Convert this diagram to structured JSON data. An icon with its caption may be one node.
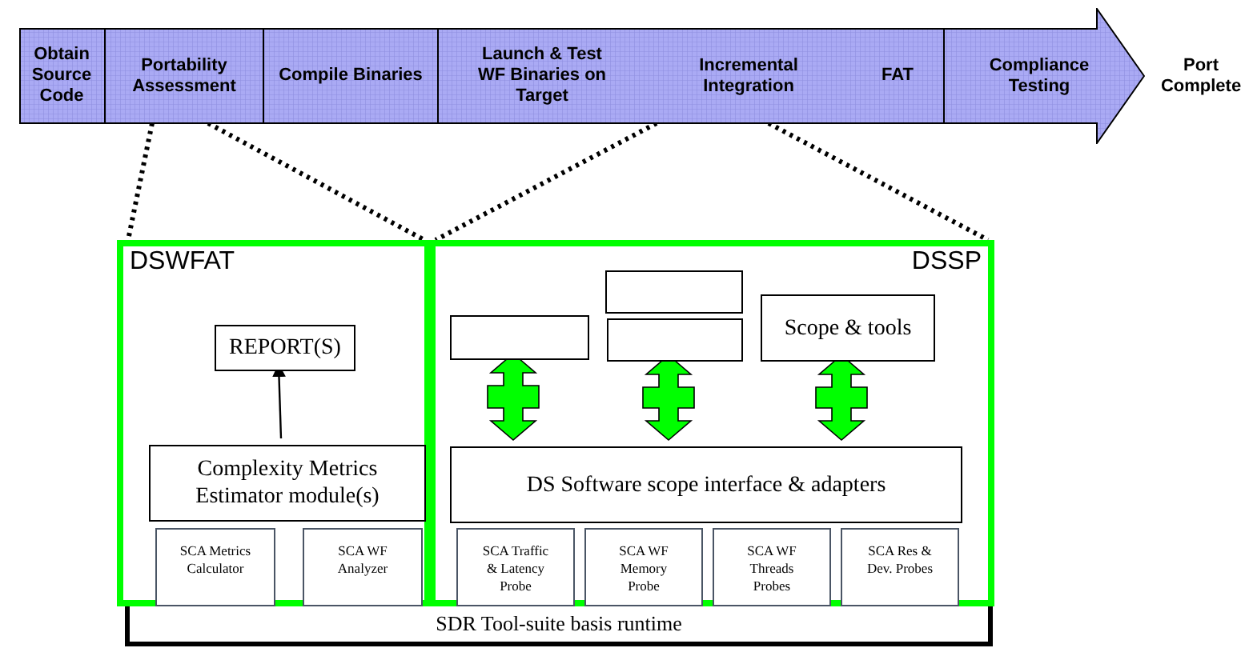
{
  "diagram": {
    "nodes": [
      {
        "text": [],
        "shape": "arrow"
      },
      {
        "text": [
          "Obtain Source Code"
        ],
        "in": 0
      },
      {
        "text": [
          "Portability Assessment"
        ],
        "in": 0
      },
      {
        "text": [
          "Compile Binaries"
        ],
        "in": 0
      },
      {
        "text": [
          "Launch & Test WF Binaries on Target",
          "Incremental Integration",
          "FAT"
        ],
        "in": 0
      },
      {
        "text": [
          "Compliance Testing"
        ],
        "in": 0
      },
      {
        "text": [
          "DSWFAT"
        ]
      },
      {
        "text": [
          "REPORT(S)"
        ],
        "in": 6
      },
      {
        "text": [
          "Complexity Metrics Estimator module(s)"
        ],
        "in": 6
      },
      {
        "text": [
          "SCA Metrics Calculator"
        ],
        "in": 6
      },
      {
        "text": [
          "SCA WF Analyzer"
        ],
        "in": 6
      },
      {
        "text": [
          "DSSP"
        ]
      },
      {
        "text": [],
        "shape": "box",
        "in": 11
      },
      {
        "text": [],
        "shape": "box",
        "in": 11
      },
      {
        "text": [],
        "shape": "box",
        "in": 11
      },
      {
        "text": [
          "Scope & tools"
        ],
        "in": 11
      },
      {
        "text": [
          "DS Software scope interface & adapters"
        ],
        "in": 11
      },
      {
        "text": [
          "SCA Traffic & Latency Probe"
        ],
        "in": 11
      },
      {
        "text": [
          "SCA WF Memory Probe"
        ],
        "in": 11
      },
      {
        "text": [
          "SCA WF Threads Probes"
        ],
        "in": 11
      },
      {
        "text": [
          "SCA Res & Dev. Probes"
        ],
        "in": 11
      },
      {
        "text": [
          "SDR Tool-suite basis runtime"
        ]
      }
    ],
    "edges": [
      {
        "from": 8,
        "to": 7,
        "arrow": "to"
      },
      {
        "from": 2,
        "to": 6,
        "arrow": "none",
        "style": "dashed"
      },
      {
        "from": 2,
        "to": 6,
        "arrow": "none",
        "style": "dashed"
      },
      {
        "from": 4,
        "to": 11,
        "arrow": "none",
        "style": "dashed"
      },
      {
        "from": 4,
        "to": 11,
        "arrow": "none",
        "style": "dashed"
      },
      {
        "from": 12,
        "to": 16,
        "arrow": "both",
        "style": "thick",
        "color": "#00ff00"
      },
      {
        "from": 14,
        "to": 16,
        "arrow": "both",
        "style": "thick",
        "color": "#00ff00"
      },
      {
        "from": 15,
        "to": 16,
        "arrow": "both",
        "style": "thick",
        "color": "#00ff00"
      }
    ],
    "labels": [
      "Port Complete"
    ]
  }
}
